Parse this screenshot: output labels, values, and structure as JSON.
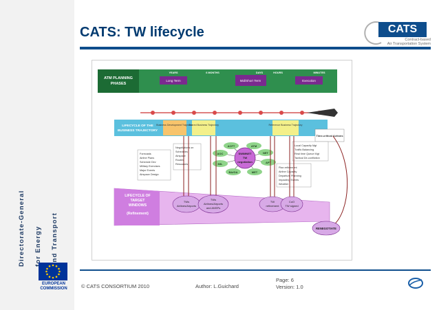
{
  "slide": {
    "title": "CATS: TW lifecycle",
    "logo": {
      "word": "CATS",
      "subtitle_line1": "Contract-based",
      "subtitle_line2": "Air Transportation System"
    },
    "sidebar": {
      "line1": "Directorate-General",
      "line2": "for Energy",
      "line3": "and Transport",
      "eu_label_1": "EUROPEAN",
      "eu_label_2": "COMMISSION"
    },
    "footer": {
      "copyright": "© CATS CONSORTIUM 2010",
      "author": "Author: L.Guichard",
      "page_label": "Page:",
      "page_value": "6",
      "version_label": "Version:",
      "version_value": "1.0"
    }
  },
  "diagram": {
    "atm_phases": {
      "title_1": "ATM PLANNING",
      "title_2": "PHASES",
      "timeline": [
        "YEARS",
        "6 MONTHS",
        "DAYS",
        "HOURS",
        "MINUTES"
      ],
      "boxes": [
        "Long Term",
        "Mid/Short Term",
        "Execution"
      ]
    },
    "business_trajectory": {
      "title_1": "LIFECYCLE OF THE",
      "title_2": "BUSINESS TRAJECTORY",
      "boxes": [
        "Business Development Trajectory",
        "Shared Business Trajectory",
        "Reference Business Trajectory"
      ],
      "time_critical": "Time-critical Actions"
    },
    "lists": {
      "left": [
        "Forecasts",
        "Airline Plans",
        "Schedule Dev",
        "Military Exercises",
        "Major Events",
        "Airspace Design"
      ],
      "negotiations_title": "Negotiations on",
      "negotiations": [
        "Schedules",
        "Airspace",
        "Routes",
        "Resources"
      ],
      "right_top": [
        "Local Capacity Mgt",
        "Traffic Balancing",
        "Real time Queue Mgt",
        "Tactical De-confliction"
      ],
      "right_bottom_title": "Plan refinement",
      "right_bottom": [
        "Airline Capacity",
        "Departure Planning",
        "Impacting Events",
        "Weather"
      ]
    },
    "network": {
      "center_1": "SWIMNET",
      "center_2": "TW",
      "center_3": "negotiation",
      "nodes": [
        "ACFT",
        "ATM",
        "NET",
        "APT",
        "MET",
        "BA/GA",
        "MIL",
        "AOC"
      ]
    },
    "target_windows": {
      "title_1": "LIFECYCLE OF",
      "title_2": "TARGET",
      "title_3": "WINDOWS",
      "title_4": "(Refinement)",
      "nodes": [
        {
          "line1": "TWs",
          "line2": "Airlines/Airports",
          "line3": ""
        },
        {
          "line1": "TWs",
          "line2": "Airlines/Airports",
          "line3": "and ANSPs"
        },
        {
          "line1": "TW",
          "line2": "refinement",
          "line3": ""
        },
        {
          "line1": "CoO",
          "line2": "TW signed",
          "line3": ""
        }
      ],
      "renegotiate": "RENEGOTIATE"
    }
  }
}
